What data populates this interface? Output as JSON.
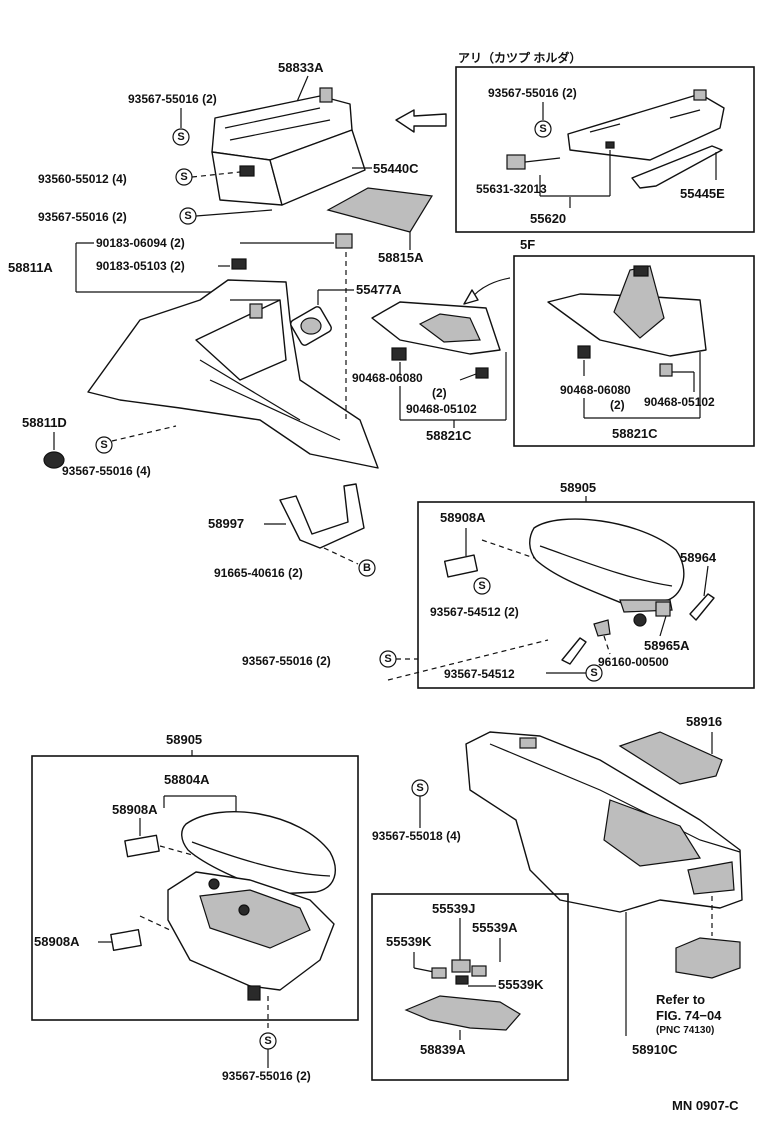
{
  "inset_cup_holder": {
    "title": "アリ（カツプ ホルダ）",
    "parts": [
      "93567-55016 (2)",
      "55631-32013",
      "55620",
      "55445E"
    ]
  },
  "inset_5f": {
    "title": "5F",
    "parts": [
      "90468-06080",
      "(2)",
      "90468-05102",
      "58821C"
    ]
  },
  "labels": {
    "p58833A": "58833A",
    "p93567_55016_2a": "93567-55016 (2)",
    "p93560_55012": "93560-55012 (4)",
    "p55440C": "55440C",
    "p93567_55016_2b": "93567-55016 (2)",
    "p58815A": "58815A",
    "p90183_06094": "90183-06094 (2)",
    "p58811A": "58811A",
    "p90183_05103": "90183-05103 (2)",
    "p55477A": "55477A",
    "p90468_06080": "90468-06080",
    "p_two": "(2)",
    "p90468_05102": "90468-05102",
    "p58821C": "58821C",
    "p58811D": "58811D",
    "p93567_55016_4": "93567-55016 (4)",
    "p58905_top": "58905",
    "p58908A_top": "58908A",
    "p58964": "58964",
    "p58997": "58997",
    "p93567_54512_2": "93567-54512 (2)",
    "p58965A": "58965A",
    "p91665_40616": "91665-40616 (2)",
    "p93567_55016_2c": "93567-55016 (2)",
    "p96160_00500": "96160-00500",
    "p93567_54512": "93567-54512",
    "p58905_bottom": "58905",
    "p58804A": "58804A",
    "p58908A_b1": "58908A",
    "p58908A_b2": "58908A",
    "p93567_55016_2d": "93567-55016 (2)",
    "p58916": "58916",
    "p93567_55018": "93567-55018 (4)",
    "p55539J": "55539J",
    "p55539K_a": "55539K",
    "p55539A": "55539A",
    "p55539K_b": "55539K",
    "p58839A": "58839A",
    "p58910C": "58910C",
    "refer_line1": "Refer to",
    "refer_line2": "FIG. 74−04",
    "refer_line3": "(PNC 74130)",
    "footer_code": "MN 0907-C"
  },
  "symbols": {
    "screw": "S",
    "bolt": "B"
  }
}
